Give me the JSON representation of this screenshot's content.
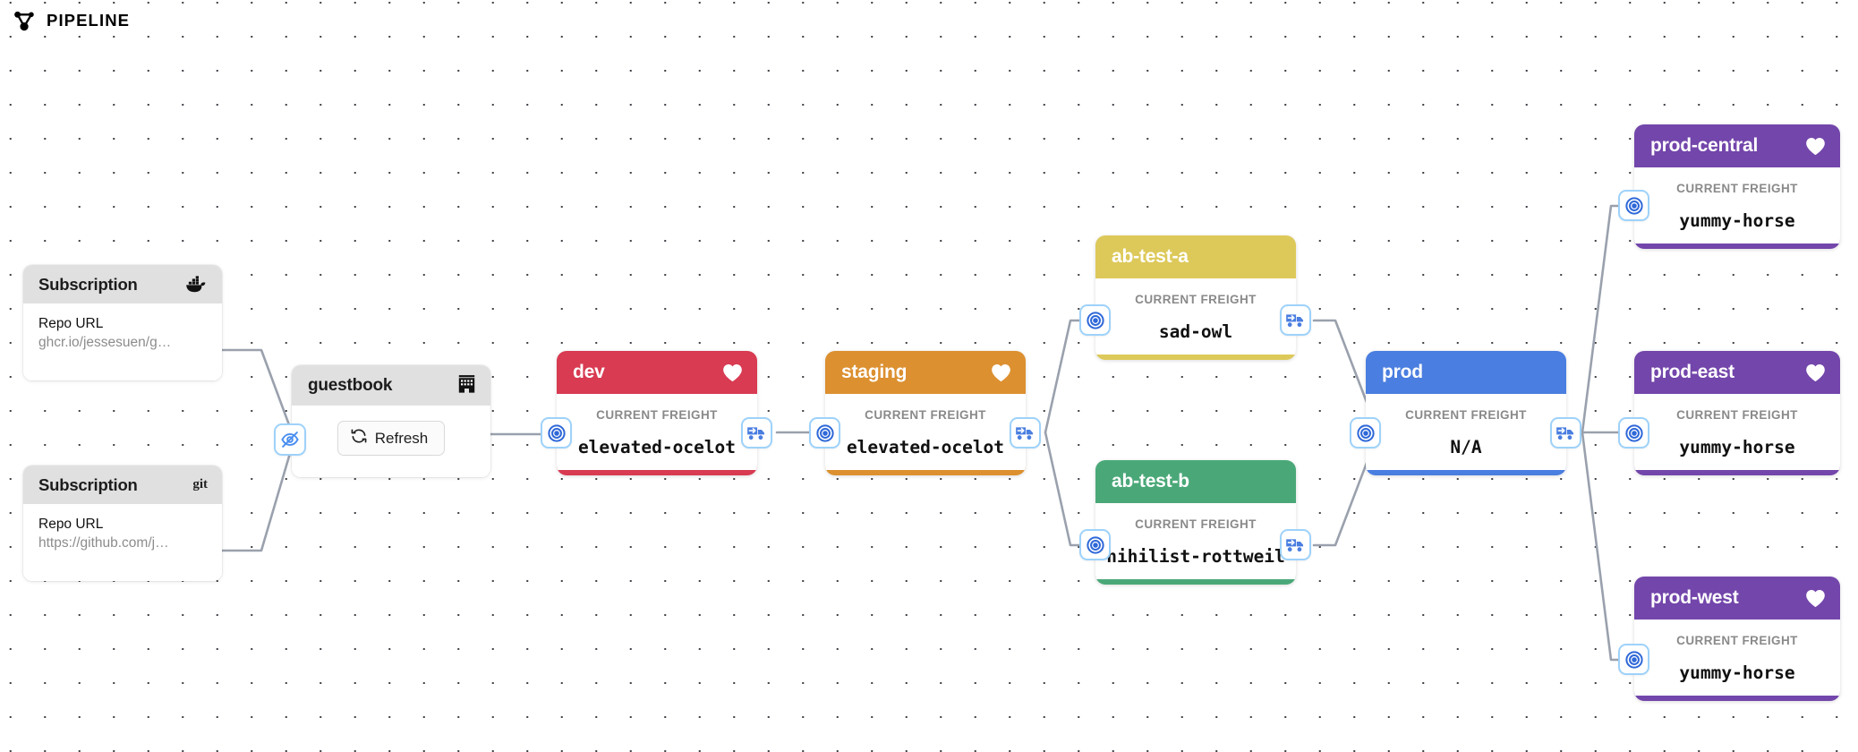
{
  "header": {
    "title": "PIPELINE",
    "logo_icon": "pipeline-graph-icon"
  },
  "canvas": {
    "background": "#ffffff",
    "dot_color": "#3f3f46",
    "edge_color": "#9aa1ad"
  },
  "subscriptions": [
    {
      "title": "Subscription",
      "icon": "docker-whale-icon",
      "field_label": "Repo URL",
      "field_value": "ghcr.io/jessesuen/g…"
    },
    {
      "title": "Subscription",
      "icon": "git-icon",
      "icon_text": "git",
      "field_label": "Repo URL",
      "field_value": "https://github.com/j…"
    }
  ],
  "warehouse": {
    "title": "guestbook",
    "icon": "warehouse-building-icon",
    "refresh_label": "Refresh",
    "refresh_icon": "refresh-icon",
    "hide_icon": "eye-off-icon"
  },
  "freight_label": "CURRENT FREIGHT",
  "stages": [
    {
      "id": "dev",
      "name": "dev",
      "color": "#d83b52",
      "freight": "elevated-ocelot",
      "has_heart": true,
      "promote_icon": "truck-promote-icon",
      "target_icon": "target-icon"
    },
    {
      "id": "staging",
      "name": "staging",
      "color": "#dc9030",
      "freight": "elevated-ocelot",
      "has_heart": true,
      "promote_icon": "truck-promote-icon",
      "target_icon": "target-icon"
    },
    {
      "id": "ab-test-a",
      "name": "ab-test-a",
      "color": "#ddc95a",
      "freight": "sad-owl",
      "has_heart": false,
      "promote_icon": "truck-promote-icon",
      "target_icon": "target-icon"
    },
    {
      "id": "ab-test-b",
      "name": "ab-test-b",
      "color": "#4aa878",
      "freight": "nihilist-rottweil",
      "has_heart": false,
      "promote_icon": "truck-promote-icon",
      "target_icon": "target-icon"
    },
    {
      "id": "prod",
      "name": "prod",
      "color": "#4a7ee0",
      "freight": "N/A",
      "has_heart": false,
      "promote_icon": "truck-promote-icon",
      "target_icon": "target-icon"
    },
    {
      "id": "prod-central",
      "name": "prod-central",
      "color": "#7346ab",
      "freight": "yummy-horse",
      "has_heart": true,
      "target_icon": "target-icon"
    },
    {
      "id": "prod-east",
      "name": "prod-east",
      "color": "#7346ab",
      "freight": "yummy-horse",
      "has_heart": true,
      "target_icon": "target-icon"
    },
    {
      "id": "prod-west",
      "name": "prod-west",
      "color": "#7346ab",
      "freight": "yummy-horse",
      "has_heart": true,
      "target_icon": "target-icon"
    }
  ]
}
